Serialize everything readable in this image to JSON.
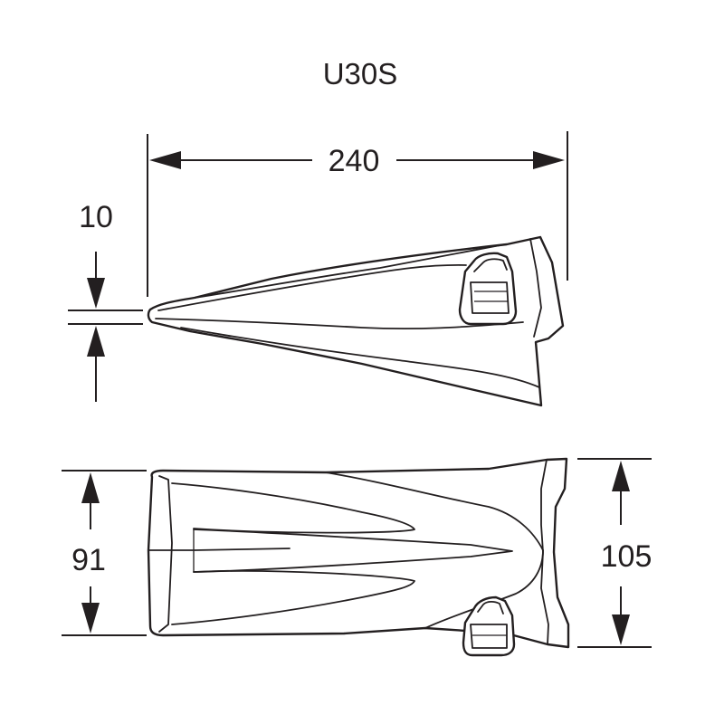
{
  "title": "U30S",
  "dimensions": {
    "length": "240",
    "tip_thickness": "10",
    "inner_width": "91",
    "outer_width": "105"
  }
}
